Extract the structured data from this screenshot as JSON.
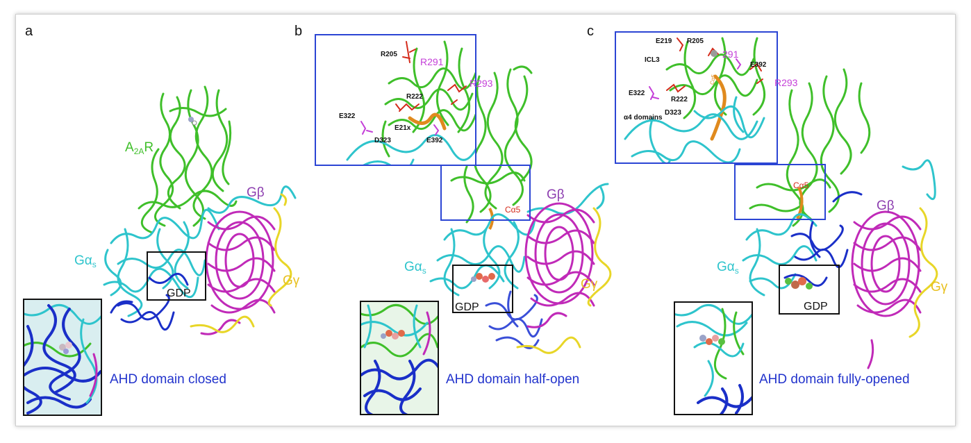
{
  "panels": {
    "a": {
      "label": "a",
      "receptor": "A",
      "receptor_sub": "2A",
      "receptor_tail": "R",
      "gb": "Gβ",
      "gg": "Gγ",
      "ga": "Gα",
      "ga_sub": "s",
      "gdp": "GDP",
      "caption": "AHD domain closed"
    },
    "b": {
      "label": "b",
      "gb": "Gβ",
      "gg": "Gγ",
      "ga": "Gα",
      "ga_sub": "s",
      "gdp": "GDP",
      "ca5": "Cα5",
      "caption": "AHD domain half-open",
      "residues": {
        "r205": "R205",
        "r291": "R291",
        "r293": "R293",
        "r222": "R222",
        "e322": "E322",
        "d323": "D323",
        "e21x": "E21x",
        "e392": "E392"
      }
    },
    "c": {
      "label": "c",
      "gb": "Gβ",
      "gg": "Gγ",
      "ga": "Gα",
      "ga_sub": "s",
      "gdp": "GDP",
      "ca5": "Cα5",
      "caption": "AHD domain fully-opened",
      "residues": {
        "e219": "E219",
        "r205": "R205",
        "icl3": "ICL3",
        "r291": "291",
        "e392": "E392",
        "r293": "R293",
        "e322": "E322",
        "r222": "R222",
        "d323": "D323",
        "a4": "α4 domains",
        "ca5": "Cα5"
      }
    }
  },
  "colors": {
    "receptor": "#3fbf2a",
    "galpha": "#2ec4cc",
    "gbeta": "#c02ab8",
    "ggamma": "#e8d628",
    "ahd": "#1a2fc8",
    "ca5": "#e08a1e",
    "residue": "#d42a1a",
    "box_blue": "#2b45d4",
    "box_black": "#111111"
  }
}
